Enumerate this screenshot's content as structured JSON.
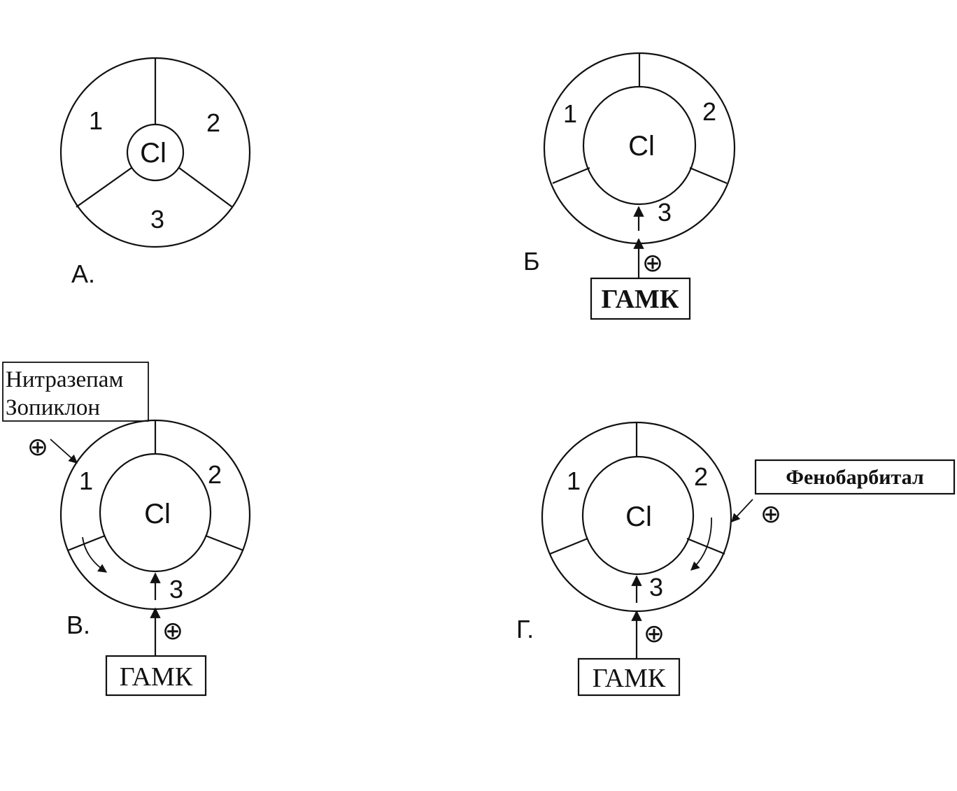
{
  "panels": {
    "a": {
      "label": "А.",
      "segments": [
        "1",
        "2",
        "3"
      ],
      "ion": "Cl"
    },
    "b": {
      "label": "Б",
      "segments": [
        "1",
        "2",
        "3"
      ],
      "ion": "Cl",
      "agonist": "ГАМК",
      "effect": "⊕"
    },
    "v": {
      "label": "В.",
      "segments": [
        "1",
        "2",
        "3"
      ],
      "ion": "Cl",
      "agonist": "ГАМК",
      "effect": "⊕",
      "modulators": [
        "Нитразепам",
        "Зопиклон"
      ],
      "modulator_effect": "⊕"
    },
    "g": {
      "label": "Г.",
      "segments": [
        "1",
        "2",
        "3"
      ],
      "ion": "Cl",
      "agonist": "ГАМК",
      "effect": "⊕",
      "modulator": "Фенобарбитал",
      "modulator_effect": "⊕"
    }
  }
}
